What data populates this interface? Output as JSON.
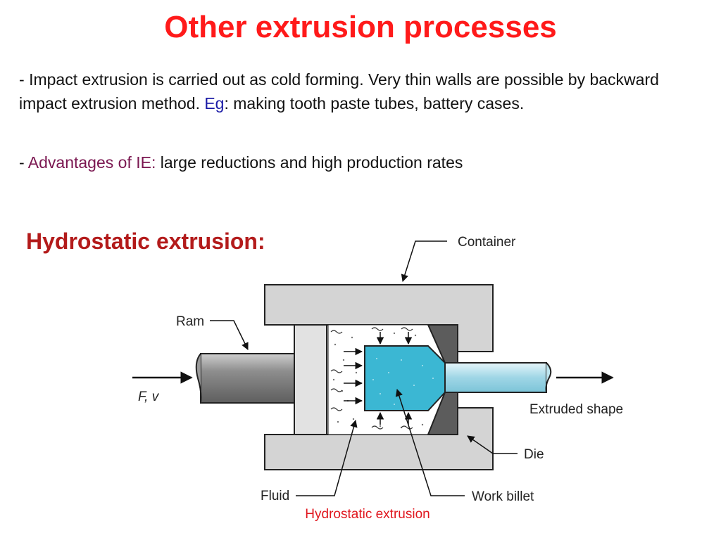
{
  "title": "Other extrusion processes",
  "impact": {
    "dash": "- ",
    "text1": "Impact extrusion is carried out as cold forming. Very thin walls are possible by backward impact extrusion method. ",
    "eg_label": "Eg",
    "text2": ": making tooth paste tubes, battery cases."
  },
  "advantages": {
    "dash": "- ",
    "label": "Advantages of IE:",
    "text": " large reductions and high production rates"
  },
  "subheading": "Hydrostatic extrusion:",
  "diagram": {
    "labels": {
      "container": "Container",
      "ram": "Ram",
      "force": "F, v",
      "extruded": "Extruded shape",
      "die": "Die",
      "fluid": "Fluid",
      "billet": "Work billet"
    },
    "colors": {
      "container": "#d4d4d4",
      "ram": "#9a9a9a",
      "die": "#5c5c5c",
      "billet": "#3bb7d3",
      "extruded": "#bfe6f0",
      "fluid": "#ffffff"
    }
  },
  "caption": "Hydrostatic extrusion"
}
